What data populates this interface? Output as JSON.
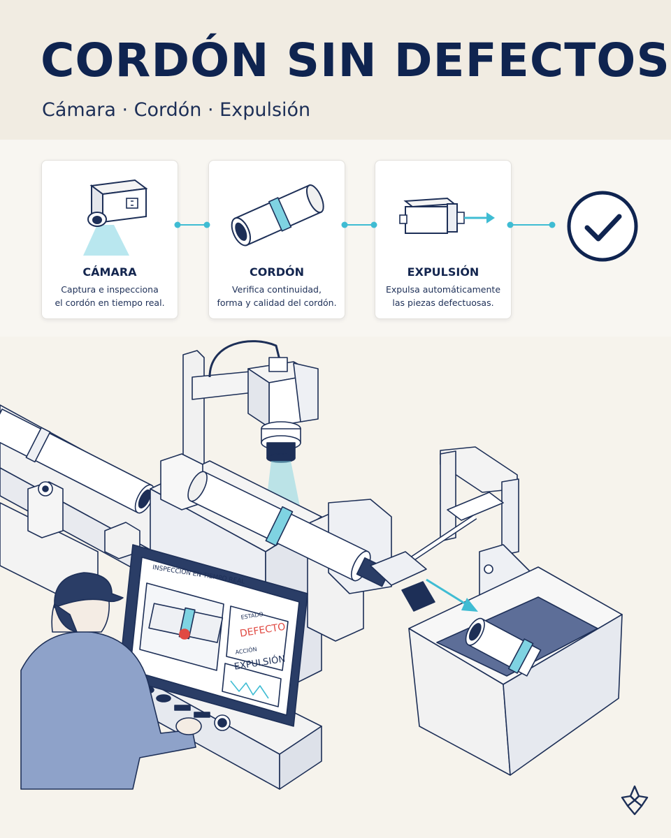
{
  "header": {
    "title": "CORDÓN SIN DEFECTOS",
    "subtitle": "Cámara · Cordón · Expulsión"
  },
  "steps": [
    {
      "icon": "camera-icon",
      "title": "CÁMARA",
      "desc_line1": "Captura e inspecciona",
      "desc_line2": "el cordón en tiempo real."
    },
    {
      "icon": "bead-tube-icon",
      "title": "CORDÓN",
      "desc_line1": "Verifica continuidad,",
      "desc_line2": "forma y calidad del cordón."
    },
    {
      "icon": "ejector-icon",
      "title": "EXPULSIÓN",
      "desc_line1": "Expulsa automáticamente",
      "desc_line2": "las piezas defectuosas."
    }
  ],
  "final_icon": "checkmark-circle-icon",
  "monitor": {
    "title": "INSPECCIÓN EN TIEMPO REAL",
    "status_label": "ESTADO",
    "status_value": "DEFECTO",
    "action_label": "ACCIÓN",
    "action_value": "EXPULSIÓN"
  },
  "colors": {
    "navy": "#0f2450",
    "cyan": "#3fbcd3",
    "defect_red": "#e04a43",
    "background": "#f6f3ec",
    "operator_blue": "#7e94c0"
  }
}
